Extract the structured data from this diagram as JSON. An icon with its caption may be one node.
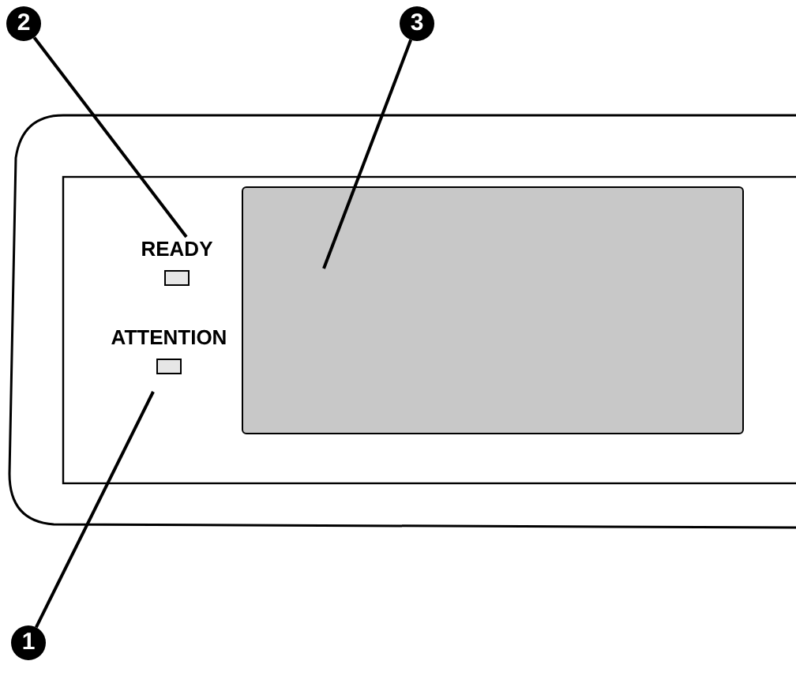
{
  "diagram": {
    "nodes": [
      {
        "text": [
          "2"
        ]
      },
      {
        "text": [
          "3"
        ]
      },
      {
        "text": [
          "READY"
        ]
      },
      {
        "text": [],
        "shape": "box"
      },
      {
        "text": [
          "ATTENTION"
        ]
      },
      {
        "text": [
          "1"
        ]
      }
    ],
    "edges": [
      {
        "from": 0,
        "to": 2,
        "arrow": "none"
      },
      {
        "from": 1,
        "to": 3,
        "arrow": "none"
      },
      {
        "from": 5,
        "to": 4,
        "arrow": "none"
      }
    ]
  }
}
